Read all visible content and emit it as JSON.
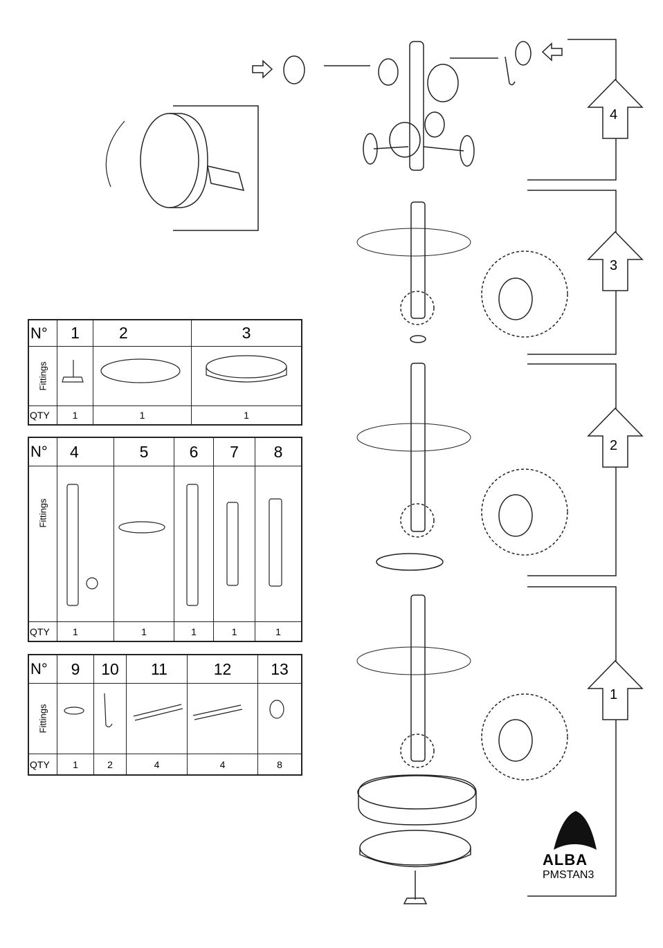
{
  "tables": [
    {
      "no_label": "N°",
      "fittings_label": "Fittings",
      "qty_label": "QTY",
      "items": [
        {
          "no": "1",
          "qty": "1"
        },
        {
          "no": "2",
          "qty": "1"
        },
        {
          "no": "3",
          "qty": "1"
        }
      ]
    },
    {
      "no_label": "N°",
      "fittings_label": "Fittings",
      "qty_label": "QTY",
      "items": [
        {
          "no": "4",
          "qty": "1"
        },
        {
          "no": "5",
          "qty": "1"
        },
        {
          "no": "6",
          "qty": "1"
        },
        {
          "no": "7",
          "qty": "1"
        },
        {
          "no": "8",
          "qty": "1"
        }
      ]
    },
    {
      "no_label": "N°",
      "fittings_label": "Fittings",
      "qty_label": "QTY",
      "items": [
        {
          "no": "9",
          "qty": "1"
        },
        {
          "no": "10",
          "qty": "2"
        },
        {
          "no": "11",
          "qty": "4"
        },
        {
          "no": "12",
          "qty": "4"
        },
        {
          "no": "13",
          "qty": "8"
        }
      ]
    }
  ],
  "steps": [
    "4",
    "3",
    "2",
    "1"
  ],
  "brand": {
    "logo_text": "ALBA",
    "model": "PMSTAN3"
  }
}
